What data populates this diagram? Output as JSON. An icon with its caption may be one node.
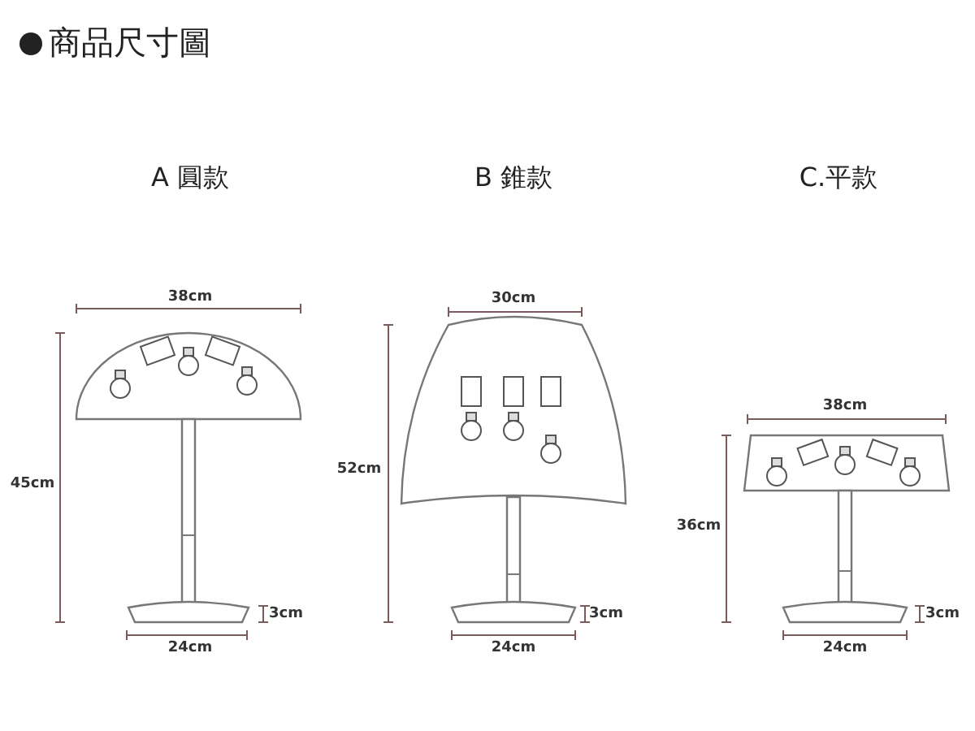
{
  "diagram": {
    "title": "商品尺寸圖",
    "labels": [
      "A 圓款",
      "B 錐款",
      "C.平款",
      "38cm",
      "45cm",
      "3cm",
      "24cm",
      "30cm",
      "52cm",
      "3cm",
      "24cm",
      "38cm",
      "36cm",
      "3cm",
      "24cm"
    ]
  }
}
